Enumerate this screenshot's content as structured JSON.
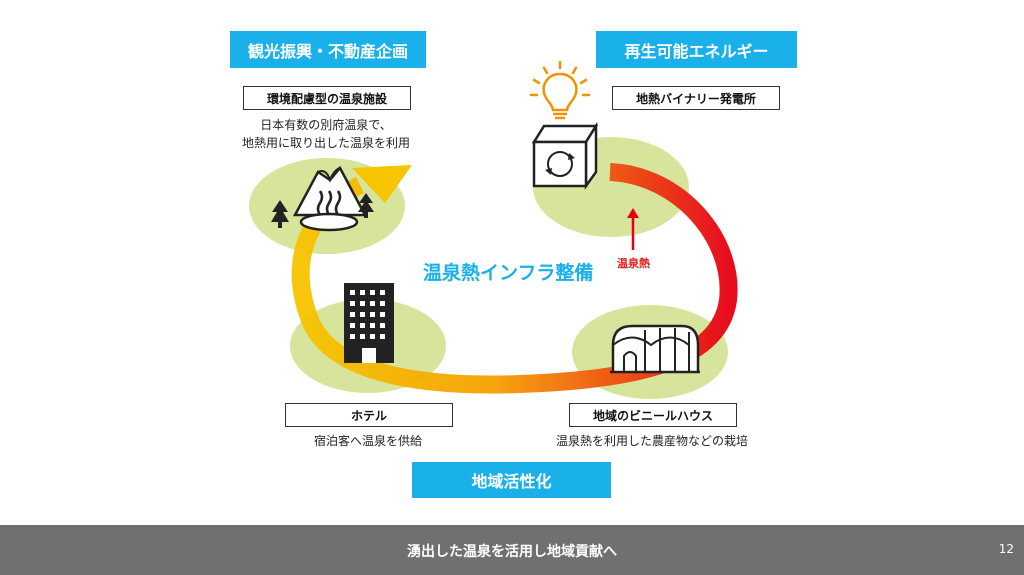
{
  "categories": {
    "tourism": "観光振興・不動産企画",
    "energy": "再生可能エネルギー",
    "regional": "地域活性化"
  },
  "nodes": {
    "onsen": {
      "label": "環境配慮型の温泉施設",
      "desc_line1": "日本有数の別府温泉で、",
      "desc_line2": "地熱用に取り出した温泉を利用"
    },
    "geothermal": {
      "label": "地熱バイナリー発電所"
    },
    "hotel": {
      "label": "ホテル",
      "desc": "宿泊客へ温泉を供給"
    },
    "greenhouse": {
      "label": "地域のビニールハウス",
      "desc": "温泉熱を利用した農産物などの栽培"
    }
  },
  "center_label": "温泉熱インフラ整備",
  "heat_label": "温泉熱",
  "footer": {
    "text": "湧出した温泉を活用し地域貢献へ",
    "page": "12"
  },
  "colors": {
    "accent_blue": "#1ab0ea",
    "circle_green": "#cfe08a",
    "arrow_yellow": "#f7c400",
    "arrow_orange": "#f39200",
    "arrow_red": "#e60012"
  }
}
